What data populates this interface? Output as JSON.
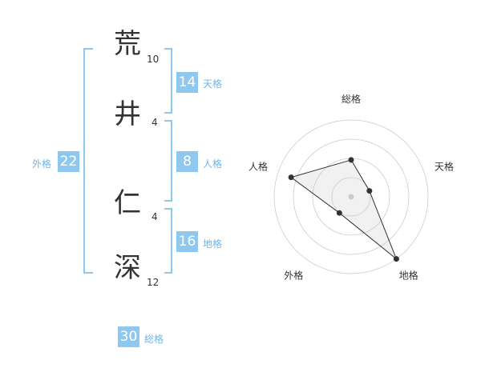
{
  "name": {
    "chars": [
      {
        "char": "荒",
        "strokes": "10"
      },
      {
        "char": "井",
        "strokes": "4"
      },
      {
        "char": "仁",
        "strokes": "4"
      },
      {
        "char": "深",
        "strokes": "12"
      }
    ]
  },
  "kaku": {
    "tenkaku": {
      "value": "14",
      "label": "天格"
    },
    "jinkaku": {
      "value": "8",
      "label": "人格"
    },
    "chikaku": {
      "value": "16",
      "label": "地格"
    },
    "gaikaku": {
      "value": "22",
      "label": "外格"
    },
    "soukaku": {
      "value": "30",
      "label": "総格"
    }
  },
  "colors": {
    "accent": "#8ec8ee",
    "text": "#333333",
    "grid": "#cccccc"
  },
  "chart_data": {
    "type": "radar",
    "axes": [
      "総格",
      "天格",
      "地格",
      "外格",
      "人格"
    ],
    "values": [
      0.48,
      0.25,
      1.0,
      0.26,
      0.82
    ],
    "range": [
      0,
      1
    ],
    "rings": 4
  }
}
